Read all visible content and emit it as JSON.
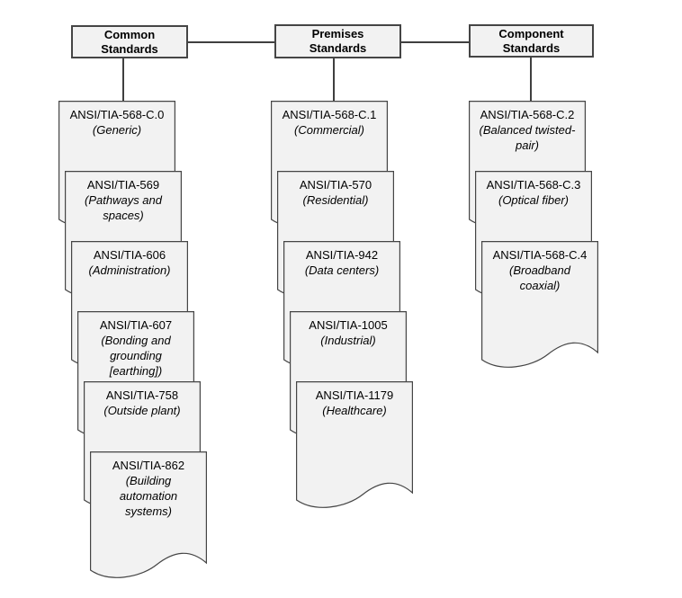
{
  "colors": {
    "shape_fill": "#f2f2f2",
    "shape_border": "#454545",
    "connector": "#3f3f3f",
    "text": "#000000"
  },
  "columns": [
    {
      "id": "common",
      "header": "Common\nStandards",
      "docs": [
        {
          "name": "ANSI/TIA-568-C.0",
          "desc": "(Generic)"
        },
        {
          "name": "ANSI/TIA-569",
          "desc": "(Pathways and\nspaces)"
        },
        {
          "name": "ANSI/TIA-606",
          "desc": "(Administration)"
        },
        {
          "name": "ANSI/TIA-607",
          "desc": "(Bonding and\ngrounding\n[earthing])"
        },
        {
          "name": "ANSI/TIA-758",
          "desc": "(Outside plant)"
        },
        {
          "name": "ANSI/TIA-862",
          "desc": "(Building\nautomation\nsystems)"
        }
      ]
    },
    {
      "id": "premises",
      "header": "Premises\nStandards",
      "docs": [
        {
          "name": "ANSI/TIA-568-C.1",
          "desc": "(Commercial)"
        },
        {
          "name": "ANSI/TIA-570",
          "desc": "(Residential)"
        },
        {
          "name": "ANSI/TIA-942",
          "desc": "(Data centers)"
        },
        {
          "name": "ANSI/TIA-1005",
          "desc": "(Industrial)"
        },
        {
          "name": "ANSI/TIA-1179",
          "desc": "(Healthcare)"
        }
      ]
    },
    {
      "id": "component",
      "header": "Component\nStandards",
      "docs": [
        {
          "name": "ANSI/TIA-568-C.2",
          "desc": "(Balanced twisted-\npair)"
        },
        {
          "name": "ANSI/TIA-568-C.3",
          "desc": "(Optical fiber)"
        },
        {
          "name": "ANSI/TIA-568-C.4",
          "desc": "(Broadband\ncoaxial)"
        }
      ]
    }
  ]
}
